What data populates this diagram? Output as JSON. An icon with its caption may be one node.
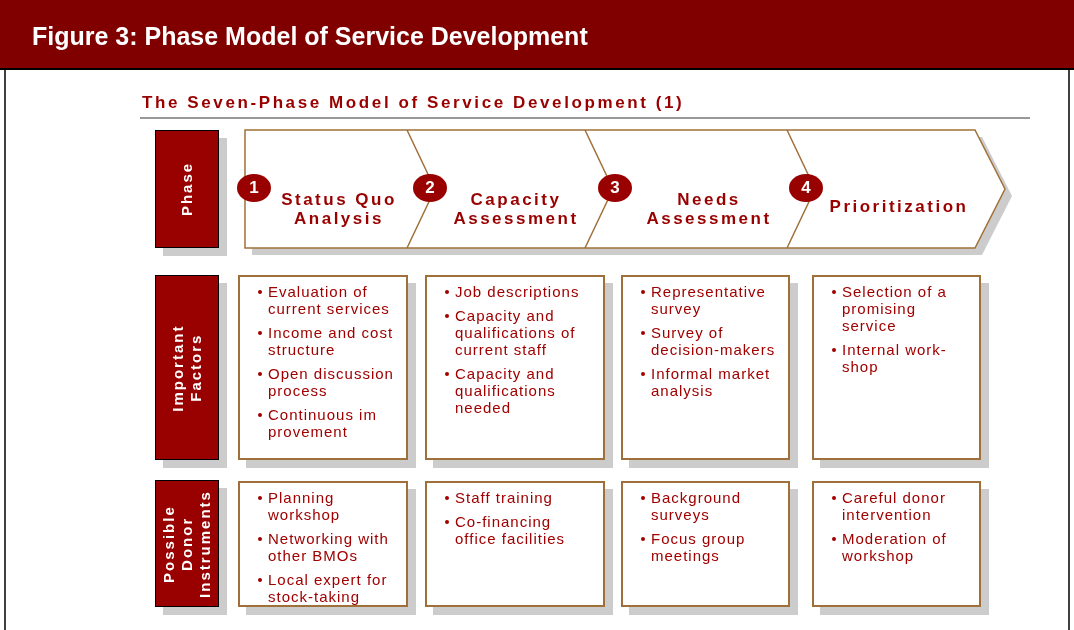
{
  "diagram": {
    "title": "Figure 3: Phase Model of Service Development",
    "nodes": [
      {
        "text": [
          "Phase"
        ]
      },
      {
        "text": [
          "Important Factors"
        ]
      },
      {
        "text": [
          "Possible Donor Instruments"
        ]
      },
      {
        "text": [
          "Status Quo Analysis"
        ]
      },
      {
        "text": [
          "Capacity Assessment"
        ]
      },
      {
        "text": [
          "Needs Assessment"
        ]
      },
      {
        "text": [
          "Prioritization"
        ]
      },
      {
        "text": [
          "1"
        ]
      },
      {
        "text": [
          "2"
        ]
      },
      {
        "text": [
          "3"
        ]
      },
      {
        "text": [
          "4"
        ]
      },
      {
        "text": [
          "Evaluation of current services",
          "Income and cost structure",
          "Open discussion process",
          "Continuous im provement"
        ]
      },
      {
        "text": [
          "Job descriptions",
          "Capacity and qualifications of current staff",
          "Capacity and qualifications needed"
        ]
      },
      {
        "text": [
          "Representative survey",
          "Survey of decision-makers",
          "Informal market analysis"
        ]
      },
      {
        "text": [
          "Selection of a promising service",
          "Internal work- shop"
        ]
      },
      {
        "text": [
          "Planning workshop",
          "Networking with other BMOs",
          "Local expert for stock-taking"
        ]
      },
      {
        "text": [
          "Staff training",
          "Co-financing office facilities"
        ]
      },
      {
        "text": [
          "Background surveys",
          "Focus group meetings"
        ]
      },
      {
        "text": [
          "Careful donor intervention",
          "Moderation of workshop"
        ]
      }
    ],
    "edges": [],
    "labels": [
      "The Seven-Phase Model of Service Development (1)"
    ]
  }
}
